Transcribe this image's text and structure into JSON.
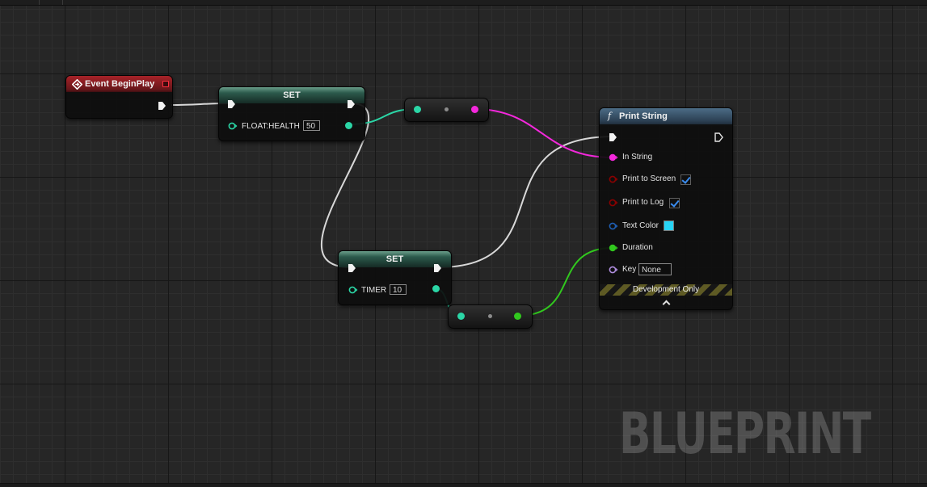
{
  "watermark": "BLUEPRINT",
  "nodes": {
    "event_begin_play": {
      "title": "Event BeginPlay"
    },
    "set_health": {
      "title": "SET",
      "pin_label": "FLOAT:HEALTH",
      "value": "50"
    },
    "set_timer": {
      "title": "SET",
      "pin_label": "TIMER",
      "value": "10"
    },
    "print_string": {
      "title": "Print String",
      "function_glyph": "f",
      "pins": {
        "in_string": "In String",
        "print_to_screen": "Print to Screen",
        "print_to_log": "Print to Log",
        "text_color": "Text Color",
        "duration": "Duration",
        "key": "Key"
      },
      "key_value": "None",
      "print_to_screen_checked": true,
      "print_to_log_checked": true,
      "text_color_value": "#27d4f5",
      "dev_only_label": "Development Only"
    }
  },
  "colors": {
    "exec": "#e8e8e8",
    "float": "#2bd6a6",
    "string": "#f428dc",
    "bool": "#8b0000",
    "struct": "#1f5fb4",
    "int": "#31c81e",
    "name": "#b08ee0",
    "event_header": "#a82228",
    "function_header": "#4c6c86"
  },
  "icons": {
    "event": "event-diamond-icon",
    "function": "function-f-icon",
    "collapse": "chevron-up-icon",
    "exec": "exec-arrow-icon"
  }
}
